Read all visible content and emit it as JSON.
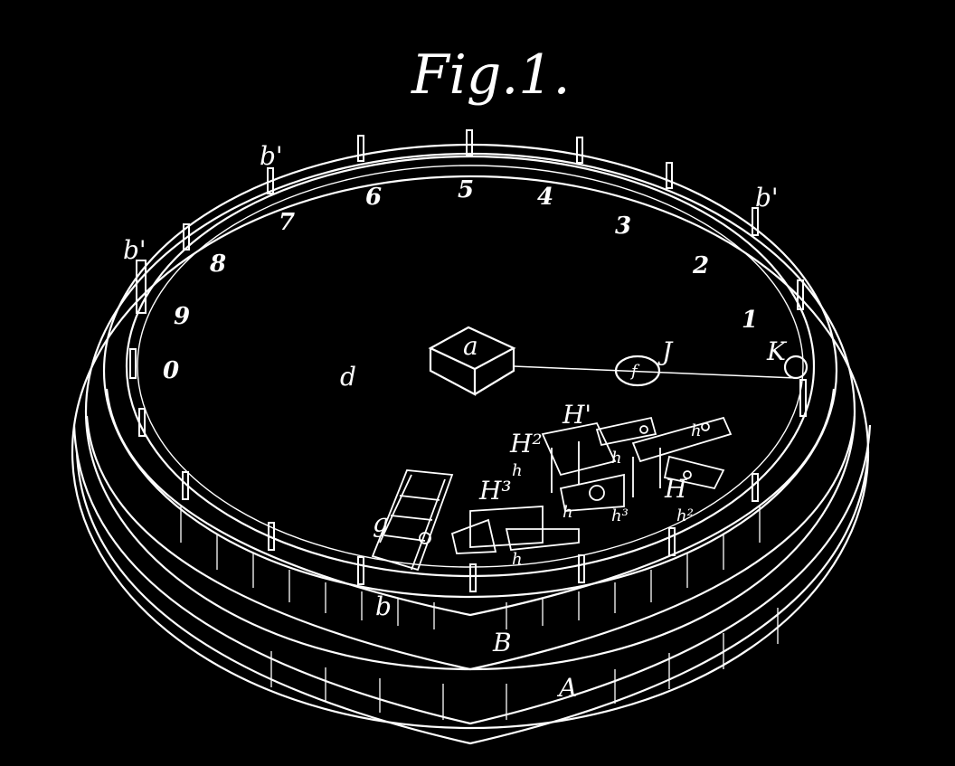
{
  "figure": {
    "title": "Fig.1.",
    "labels": {
      "a": "a",
      "A": "A",
      "B": "B",
      "b": "b",
      "b_prime_top": "b'",
      "b_prime_left": "b'",
      "b_prime_right": "b'",
      "d": "d",
      "J": "J",
      "K": "K",
      "f": "f",
      "g": "g",
      "H1": "H'",
      "H2": "H²",
      "H3": "H³",
      "H4": "H",
      "h1": "h",
      "h2": "h²",
      "h3": "h³",
      "h4": "h",
      "h5": "h",
      "h6": "h",
      "h7": "h"
    },
    "dial_numbers": [
      "0",
      "9",
      "8",
      "7",
      "6",
      "5",
      "4",
      "3",
      "2",
      "1"
    ]
  }
}
